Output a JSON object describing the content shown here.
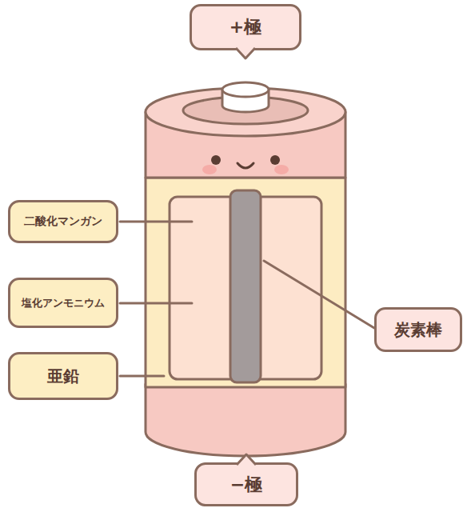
{
  "diagram": {
    "nodes": [
      {
        "text": [
          "+極"
        ]
      },
      {
        "text": [
          "二酸化マンガン"
        ]
      },
      {
        "text": [
          "塩化アンモニウム"
        ]
      },
      {
        "text": [
          "亜鉛"
        ]
      },
      {
        "text": [
          "炭素棒"
        ]
      },
      {
        "text": [
          "−極"
        ]
      }
    ]
  }
}
